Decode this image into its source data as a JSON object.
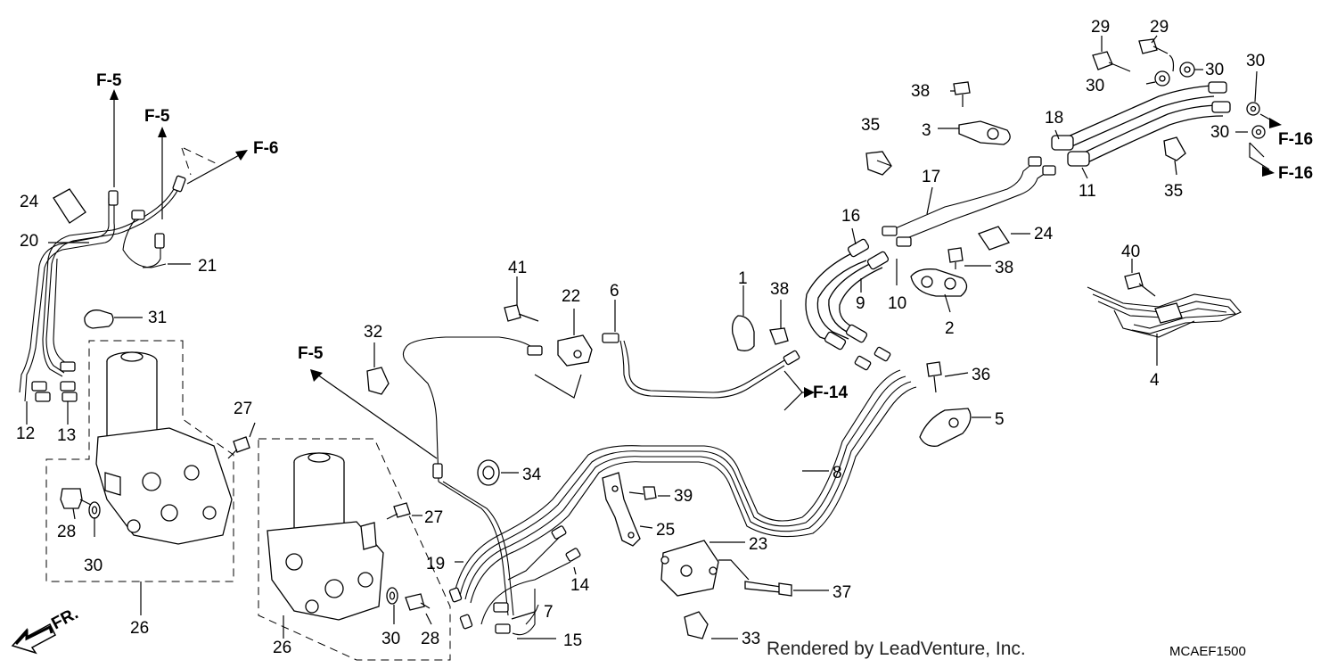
{
  "diagram": {
    "callouts": {
      "c1": "1",
      "c2": "2",
      "c3": "3",
      "c4": "4",
      "c5": "5",
      "c6": "6",
      "c7": "7",
      "c8": "8",
      "c9": "9",
      "c10": "10",
      "c11": "11",
      "c12": "12",
      "c13": "13",
      "c14": "14",
      "c15": "15",
      "c16": "16",
      "c17": "17",
      "c18": "18",
      "c19": "19",
      "c20": "20",
      "c21": "21",
      "c22": "22",
      "c23": "23",
      "c24a": "24",
      "c24b": "24",
      "c25": "25",
      "c26a": "26",
      "c26b": "26",
      "c27a": "27",
      "c27b": "27",
      "c28a": "28",
      "c28b": "28",
      "c29a": "29",
      "c29b": "29",
      "c30a": "30",
      "c30b": "30",
      "c30c": "30",
      "c30d": "30",
      "c30e": "30",
      "c30f": "30",
      "c31": "31",
      "c32": "32",
      "c33": "33",
      "c34": "34",
      "c35a": "35",
      "c35b": "35",
      "c36": "36",
      "c37": "37",
      "c38a": "38",
      "c38b": "38",
      "c38c": "38",
      "c39": "39",
      "c40": "40",
      "c41": "41"
    },
    "refs": {
      "f5a": "F-5",
      "f5b": "F-5",
      "f5c": "F-5",
      "f6": "F-6",
      "f14": "F-14",
      "f16a": "F-16",
      "f16b": "F-16"
    },
    "direction_label": "FR.",
    "credit": "Rendered by LeadVenture, Inc.",
    "diagram_code": "MCAEF1500"
  }
}
